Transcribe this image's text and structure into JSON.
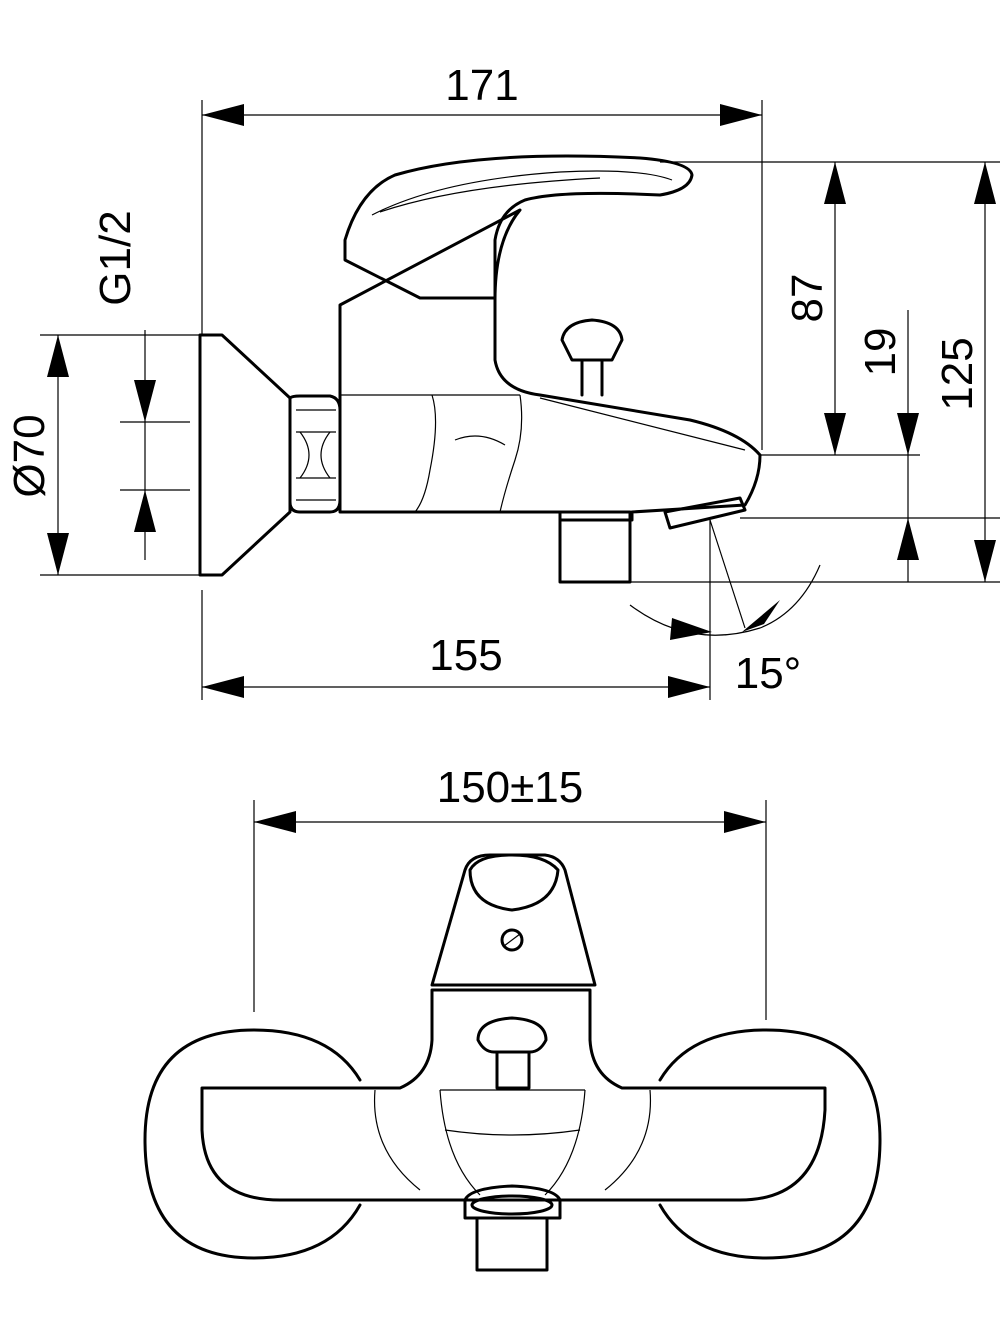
{
  "side_view": {
    "dim_total_length": "171",
    "dim_thread": "G1/2",
    "dim_flange_diameter": "Ø70",
    "dim_height_lever": "87",
    "dim_outlet_drop": "19",
    "dim_total_height": "125",
    "dim_wall_to_spout": "155",
    "dim_spout_angle": "15°"
  },
  "front_view": {
    "dim_center_distance": "150±15"
  }
}
